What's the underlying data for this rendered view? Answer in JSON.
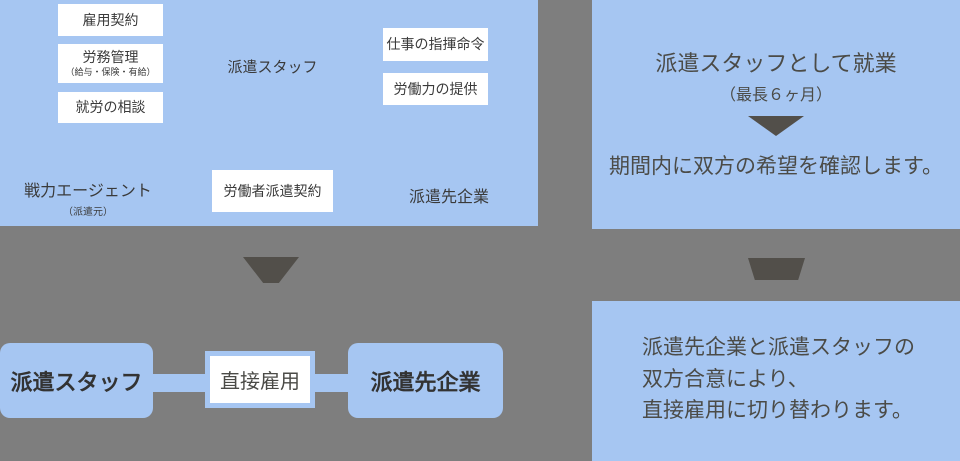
{
  "colors": {
    "background": "#7e7e7e",
    "panel_blue": "#a6c6f2",
    "box_white": "#ffffff",
    "arrow_dark": "#524f4a",
    "text_dark": "#3a3a3a",
    "text_body": "#4b4b47"
  },
  "dispatch_diagram": {
    "staff_label": "派遣スタッフ",
    "agency_label": "戦力エージェント",
    "agency_sublabel": "（派遣元）",
    "client_label": "派遣先企業",
    "agency_boxes": [
      {
        "label": "雇用契約"
      },
      {
        "label": "労務管理",
        "sublabel": "（給与・保険・有給）"
      },
      {
        "label": "就労の相談"
      }
    ],
    "client_boxes": [
      {
        "label": "仕事の指揮命令"
      },
      {
        "label": "労働力の提供"
      }
    ],
    "contract_box_label": "労働者派遣契約"
  },
  "direct_hire_diagram": {
    "staff_box_label": "派遣スタッフ",
    "direct_box_label": "直接雇用",
    "client_box_label": "派遣先企業"
  },
  "step1_note": {
    "title": "派遣スタッフとして就業",
    "subtitle": "（最長６ヶ月）",
    "description": "期間内に双方の希望を確認します。"
  },
  "step2_note": {
    "line1": "派遣先企業と派遣スタッフの",
    "line2": "双方合意により、",
    "line3": "直接雇用に切り替わります。"
  }
}
